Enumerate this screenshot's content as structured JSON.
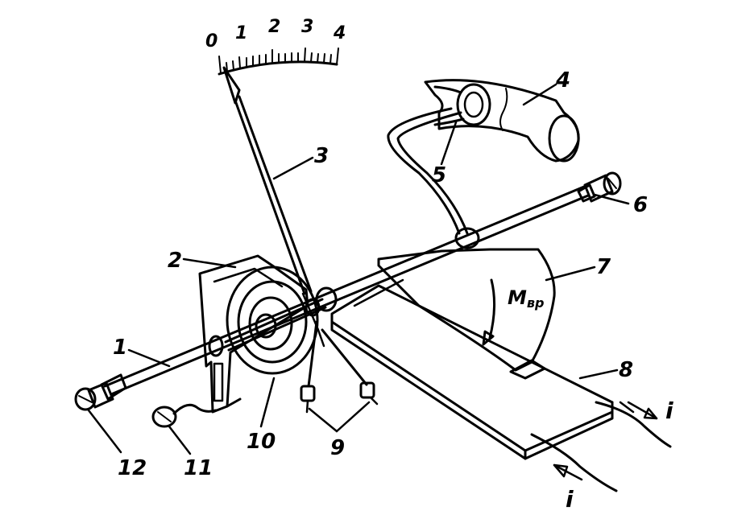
{
  "scale": {
    "ticks": [
      "0",
      "1",
      "2",
      "3",
      "4"
    ]
  },
  "parts": [
    {
      "id": "1",
      "label": "1"
    },
    {
      "id": "2",
      "label": "2"
    },
    {
      "id": "3",
      "label": "3"
    },
    {
      "id": "4",
      "label": "4"
    },
    {
      "id": "5",
      "label": "5"
    },
    {
      "id": "6",
      "label": "6"
    },
    {
      "id": "7",
      "label": "7"
    },
    {
      "id": "8",
      "label": "8"
    },
    {
      "id": "9",
      "label": "9"
    },
    {
      "id": "10",
      "label": "10"
    },
    {
      "id": "11",
      "label": "11"
    },
    {
      "id": "12",
      "label": "12"
    }
  ],
  "torque_label": {
    "main": "M",
    "sub": "вр"
  },
  "current_label": "i"
}
